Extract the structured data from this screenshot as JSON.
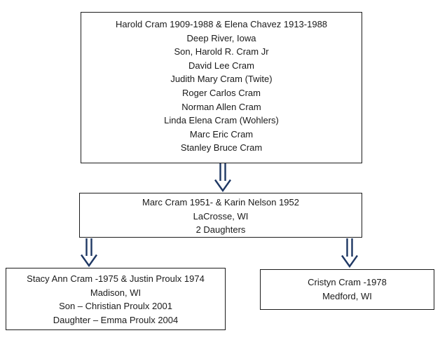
{
  "colors": {
    "arrow": "#1f3864",
    "border": "#1c1c1c",
    "text": "#1a1a1a",
    "background": "#ffffff"
  },
  "diagram": {
    "type": "family-tree",
    "nodes": {
      "harold_elena": {
        "lines": [
          "Harold Cram 1909-1988 & Elena Chavez 1913-1988",
          "Deep River, Iowa",
          "Son, Harold R. Cram Jr",
          "David Lee Cram",
          "Judith Mary Cram (Twite)",
          "Roger Carlos Cram",
          "Norman Allen Cram",
          "Linda Elena Cram (Wohlers)",
          "Marc Eric Cram",
          "Stanley Bruce Cram"
        ]
      },
      "marc_karin": {
        "lines": [
          "Marc Cram 1951- & Karin Nelson 1952",
          "LaCrosse, WI",
          "2 Daughters"
        ]
      },
      "stacy_justin": {
        "lines": [
          "Stacy Ann Cram -1975 & Justin Proulx 1974",
          "Madison, WI",
          "Son – Christian Proulx 2001",
          "Daughter – Emma Proulx 2004"
        ]
      },
      "cristyn": {
        "lines": [
          "Cristyn Cram -1978",
          "Medford, WI"
        ]
      }
    },
    "connectors": [
      {
        "from": "harold_elena",
        "to": "marc_karin"
      },
      {
        "from": "marc_karin",
        "to": "stacy_justin"
      },
      {
        "from": "marc_karin",
        "to": "cristyn"
      }
    ]
  }
}
